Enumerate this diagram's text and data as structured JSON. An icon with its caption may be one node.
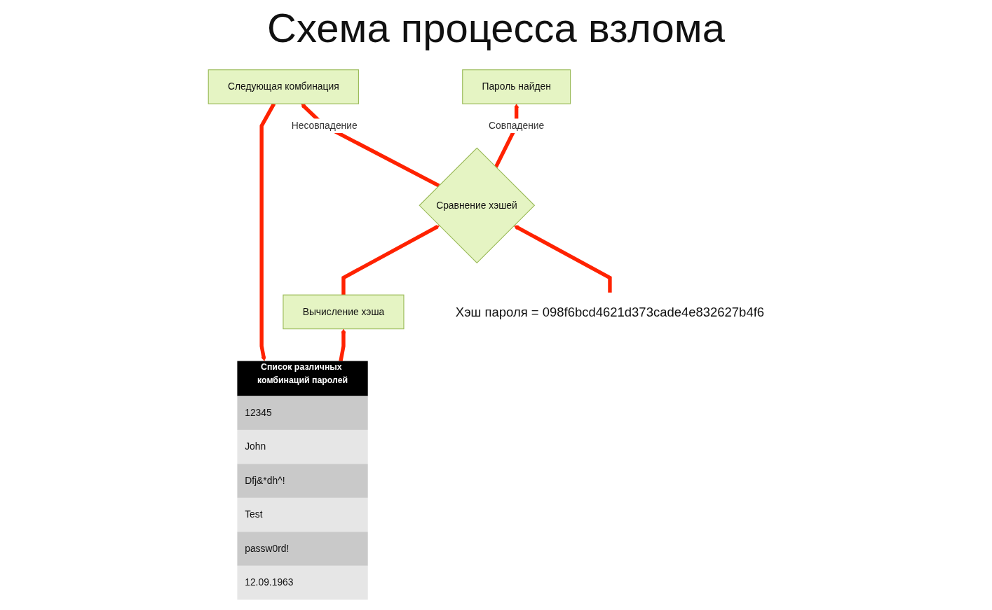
{
  "diagram": {
    "title": "Схема процесса взлома",
    "nodes": [
      {
        "text": [
          "Хэш пароля = 098f6bcd4621d373cade4e832627b4f6"
        ]
      },
      {
        "text": [
          "Следующая комбинация"
        ]
      },
      {
        "text": [
          "Сравнение хэшей"
        ]
      },
      {
        "text": [
          "Пароль найден"
        ]
      },
      {
        "text": [
          "Список различных комбинаций паролей"
        ]
      },
      {
        "text": [
          "12345"
        ],
        "in": 4
      },
      {
        "text": [
          "John"
        ],
        "in": 4
      },
      {
        "text": [
          "Dfj&*dh^!"
        ],
        "in": 4
      },
      {
        "text": [
          "Test"
        ],
        "in": 4
      },
      {
        "text": [
          "passw0rd!"
        ],
        "in": 4
      },
      {
        "text": [
          "12.09.1963"
        ],
        "in": 4
      },
      {
        "text": [
          "Вычисление хэша"
        ]
      }
    ],
    "edges": [
      {
        "from": 0,
        "to": 2,
        "arrow": "to"
      },
      {
        "from": 2,
        "to": 1,
        "arrow": "to",
        "label": "Несовпадение"
      },
      {
        "from": 2,
        "to": 3,
        "arrow": "to",
        "label": "Совпадение"
      },
      {
        "from": 1,
        "to": 4,
        "arrow": "to"
      },
      {
        "from": 4,
        "to": 11,
        "arrow": "to"
      },
      {
        "from": 11,
        "to": 2,
        "arrow": "to"
      }
    ]
  }
}
